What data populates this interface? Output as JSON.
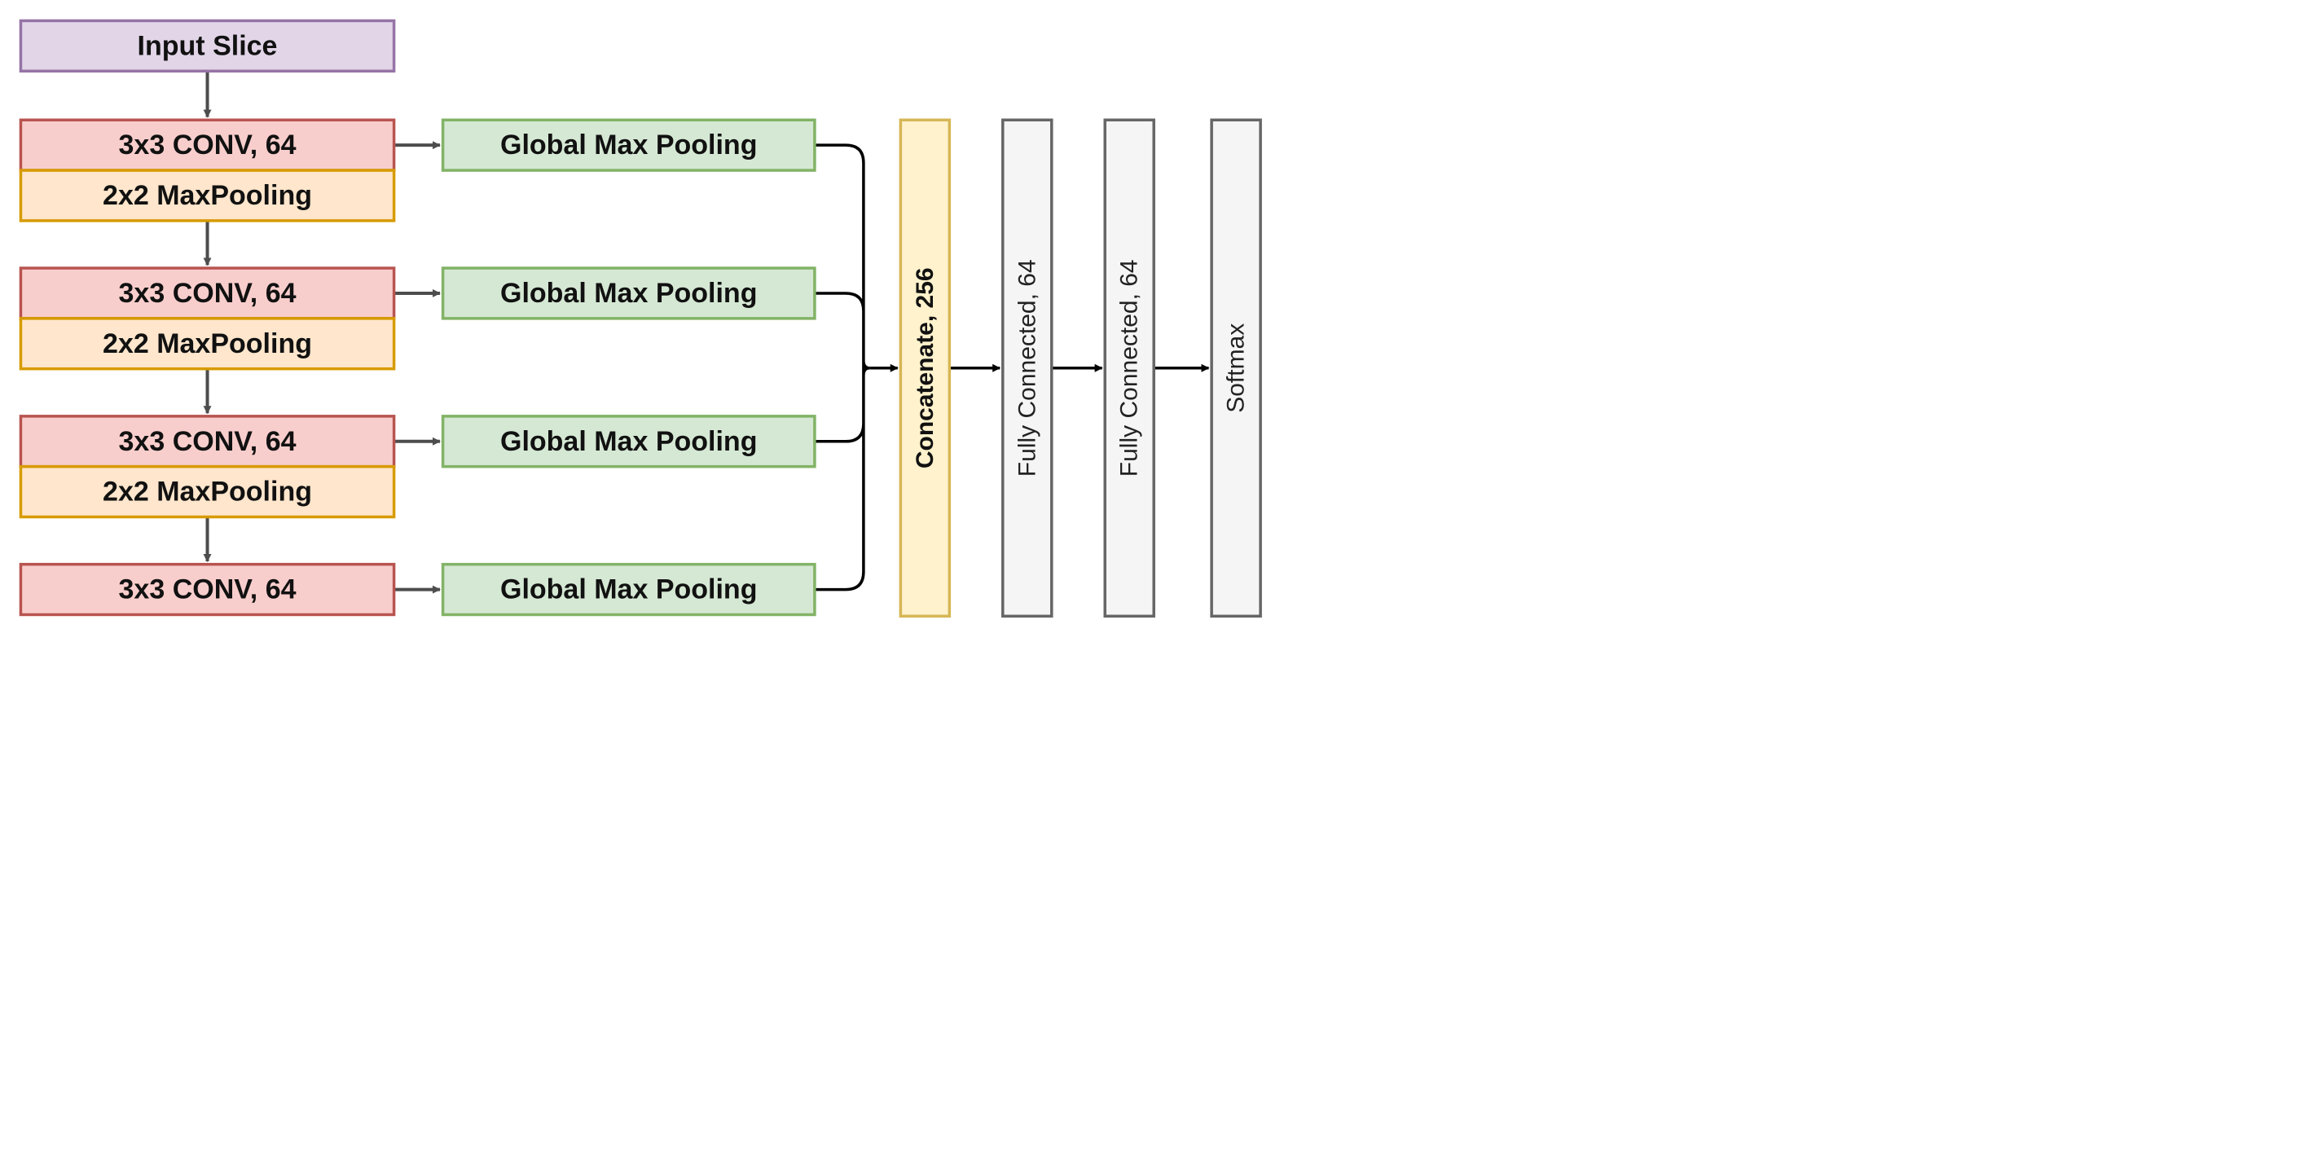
{
  "input": {
    "label": "Input Slice",
    "fill": "#e1d5e7",
    "stroke": "#9673a6"
  },
  "conv_blocks": [
    {
      "conv": "3x3 CONV, 64",
      "pool": "2x2 MaxPooling"
    },
    {
      "conv": "3x3 CONV, 64",
      "pool": "2x2 MaxPooling"
    },
    {
      "conv": "3x3 CONV, 64",
      "pool": "2x2 MaxPooling"
    },
    {
      "conv": "3x3 CONV, 64"
    }
  ],
  "gmp": [
    {
      "label": "Global Max Pooling"
    },
    {
      "label": "Global Max Pooling"
    },
    {
      "label": "Global Max Pooling"
    },
    {
      "label": "Global Max Pooling"
    }
  ],
  "concat": {
    "label": "Concatenate, 256",
    "fill": "#fff2cc",
    "stroke": "#d6b656"
  },
  "head": [
    {
      "label": "Fully Connected, 64"
    },
    {
      "label": "Fully Connected, 64"
    },
    {
      "label": "Softmax"
    }
  ],
  "colors": {
    "conv_fill": "#f8cecc",
    "conv_stroke": "#b85450",
    "pool_fill": "#ffe6cc",
    "pool_stroke": "#d79b00",
    "gmp_fill": "#d5e8d4",
    "gmp_stroke": "#82b366",
    "head_fill": "#f5f5f5",
    "head_stroke": "#666666",
    "arrow": "#4d4d4d",
    "line": "#000000"
  }
}
